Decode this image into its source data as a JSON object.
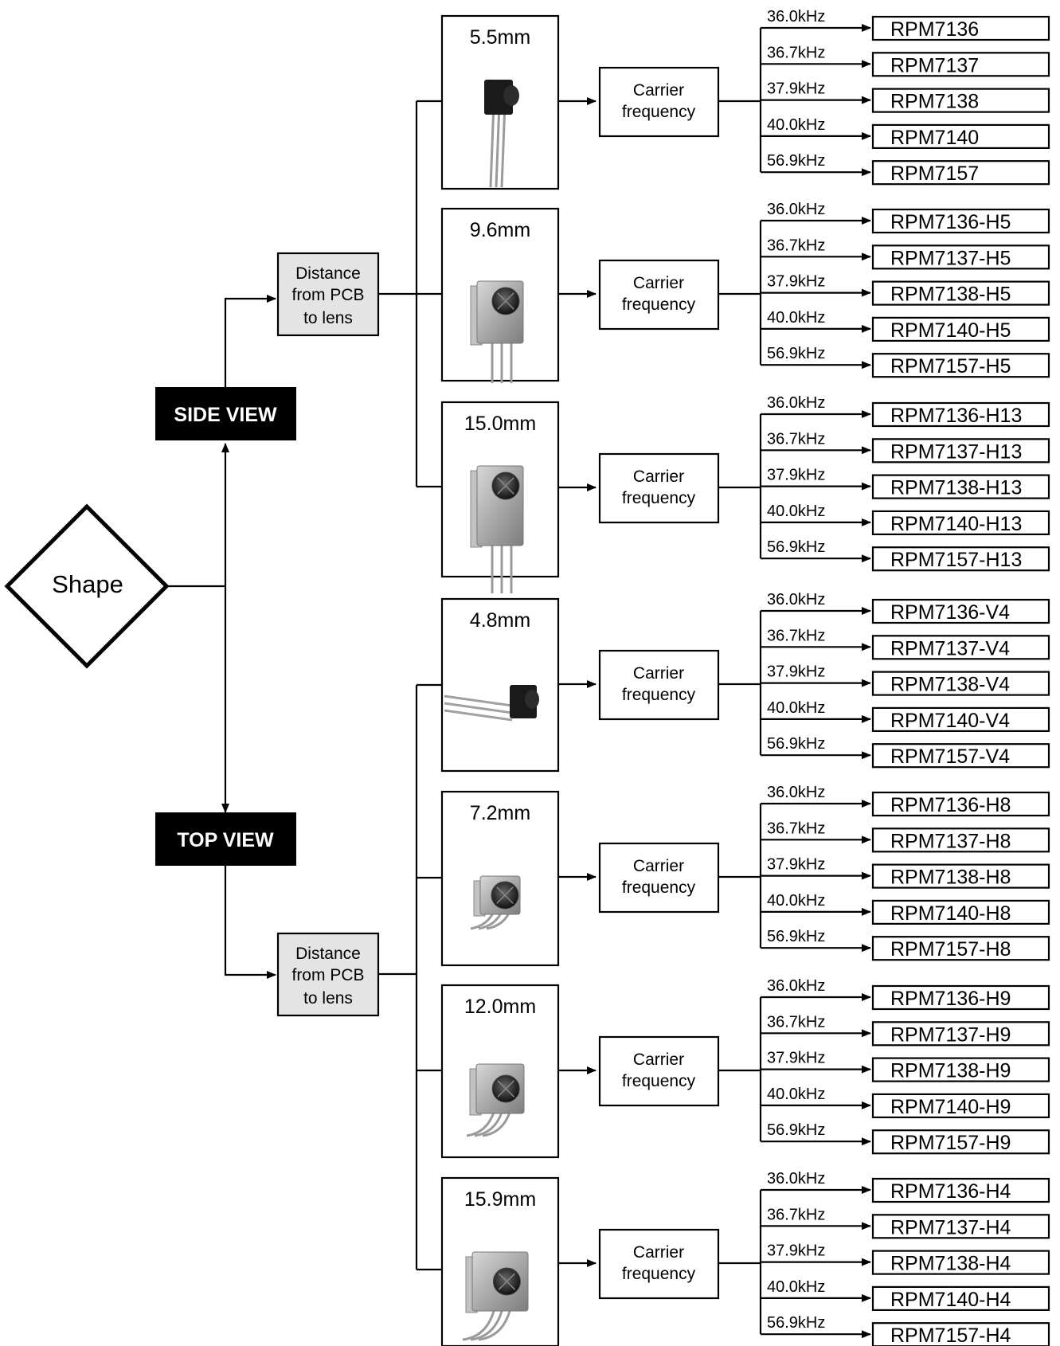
{
  "shape_label": "Shape",
  "side_view_label": "SIDE VIEW",
  "top_view_label": "TOP VIEW",
  "distance_label": [
    "Distance",
    "from PCB",
    "to lens"
  ],
  "carrier_label": [
    "Carrier",
    "frequency"
  ],
  "frequencies": [
    "36.0kHz",
    "36.7kHz",
    "37.9kHz",
    "40.0kHz",
    "56.9kHz"
  ],
  "groups": [
    {
      "view": "side",
      "distance": "5.5mm",
      "photo": "bare-sensor-icon",
      "parts": [
        "RPM7136",
        "RPM7137",
        "RPM7138",
        "RPM7140",
        "RPM7157"
      ]
    },
    {
      "view": "side",
      "distance": "9.6mm",
      "photo": "shielded-sensor-icon",
      "parts": [
        "RPM7136-H5",
        "RPM7137-H5",
        "RPM7138-H5",
        "RPM7140-H5",
        "RPM7157-H5"
      ]
    },
    {
      "view": "side",
      "distance": "15.0mm",
      "photo": "tall-shielded-sensor-icon",
      "parts": [
        "RPM7136-H13",
        "RPM7137-H13",
        "RPM7138-H13",
        "RPM7140-H13",
        "RPM7157-H13"
      ]
    },
    {
      "view": "top",
      "distance": "4.8mm",
      "photo": "bent-lead-sensor-icon",
      "parts": [
        "RPM7136-V4",
        "RPM7137-V4",
        "RPM7138-V4",
        "RPM7140-V4",
        "RPM7157-V4"
      ]
    },
    {
      "view": "top",
      "distance": "7.2mm",
      "photo": "small-top-sensor-icon",
      "parts": [
        "RPM7136-H8",
        "RPM7137-H8",
        "RPM7138-H8",
        "RPM7140-H8",
        "RPM7157-H8"
      ]
    },
    {
      "view": "top",
      "distance": "12.0mm",
      "photo": "medium-top-sensor-icon",
      "parts": [
        "RPM7136-H9",
        "RPM7137-H9",
        "RPM7138-H9",
        "RPM7140-H9",
        "RPM7157-H9"
      ]
    },
    {
      "view": "top",
      "distance": "15.9mm",
      "photo": "large-top-sensor-icon",
      "parts": [
        "RPM7136-H4",
        "RPM7137-H4",
        "RPM7138-H4",
        "RPM7140-H4",
        "RPM7157-H4"
      ]
    }
  ]
}
